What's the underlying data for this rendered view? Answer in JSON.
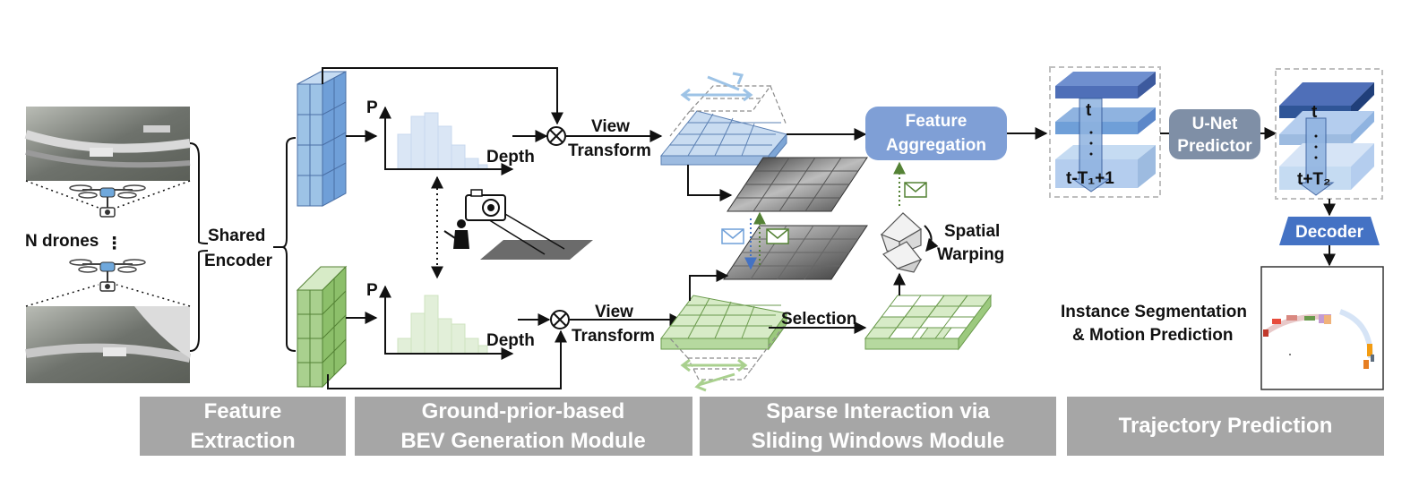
{
  "left": {
    "drones_label": "N drones",
    "drone_dots": "⋮",
    "encoder_line1": "Shared",
    "encoder_line2": "Encoder"
  },
  "bev": {
    "axis_p": "P",
    "axis_depth": "Depth",
    "view_transform_line1": "View",
    "view_transform_line2": "Transform"
  },
  "sparse": {
    "selection_label": "Selection",
    "warp_line1": "Spatial",
    "warp_line2": "Warping",
    "aggregation_line1": "Feature",
    "aggregation_line2": "Aggregation"
  },
  "trajectory": {
    "unet_line1": "U-Net",
    "unet_line2": "Predictor",
    "t_label": "t",
    "t_past_label": "t-T₁+1",
    "t_future_label": "t+T₂",
    "decoder_label": "Decoder",
    "output_line1": "Instance Segmentation",
    "output_line2": "& Motion Prediction"
  },
  "sections": [
    {
      "line1": "Feature",
      "line2": "Extraction"
    },
    {
      "line1": "Ground-prior-based",
      "line2": "BEV Generation Module"
    },
    {
      "line1": "Sparse Interaction via",
      "line2": "Sliding Windows Module"
    },
    {
      "line1": "Trajectory Prediction",
      "line2": ""
    }
  ],
  "colors": {
    "section_bar": "#a6a6a6",
    "blue_feature": "#8fb3e0",
    "green_feature": "#a9d08e",
    "aggregation_box": "#6f8fcf",
    "unet_box": "#7f8fa6",
    "decoder_box": "#4472c4",
    "blue_stack_dark": "#2f5597"
  },
  "icons": [
    "drone-icon",
    "camera-icon",
    "person-icon",
    "envelope-icon",
    "otimes-icon"
  ]
}
